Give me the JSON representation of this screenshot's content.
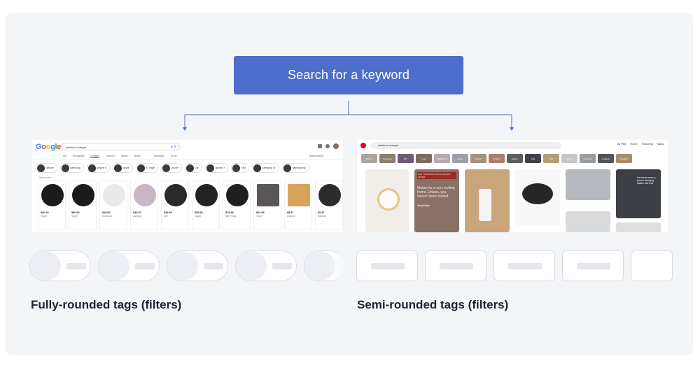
{
  "search_box": {
    "label": "Search for a keyword"
  },
  "labels": {
    "left": "Fully-rounded tags (filters)",
    "right": "Semi-rounded tags (filters)"
  },
  "google": {
    "logo": "Google",
    "query": "wireless charger",
    "nav": [
      "All",
      "Shopping",
      "Images",
      "Videos",
      "News",
      "More",
      "Settings",
      "Tools"
    ],
    "active_nav": "Images",
    "safesearch": "SafeSearch",
    "tags": [
      "iphone",
      "samsung",
      "iphone 6",
      "apple",
      "s7 edge",
      "phone",
      "car",
      "iphone 7",
      "fast",
      "samsung s7",
      "samsung s8"
    ],
    "sponsored": "Sponsored",
    "products": [
      {
        "price": "$80.00",
        "store": "Target"
      },
      {
        "price": "$50.00",
        "store": "Target"
      },
      {
        "price": "$15.00",
        "store": "Overstock"
      },
      {
        "price": "$45.00",
        "store": "guardian"
      },
      {
        "price": "$39.99",
        "store": "Dell"
      },
      {
        "price": "$59.99",
        "store": "Target"
      },
      {
        "price": "$79.99",
        "store": "B&H Photo"
      },
      {
        "price": "$24.99",
        "store": "Target"
      },
      {
        "price": "$8.57",
        "store": "Walmart"
      },
      {
        "price": "$5.37",
        "store": "Walmart"
      }
    ]
  },
  "pinterest": {
    "query": "wireless charger",
    "filter": "All Pins",
    "nav": [
      "Home",
      "Following",
      "Maya"
    ],
    "categories": [
      "iPhone",
      "Samsung",
      "DIY",
      "Logo",
      "Nightstand",
      "Apple",
      "Design",
      "Android",
      "Station",
      "Pad",
      "Box",
      "Stand",
      "Furniture",
      "Gadgets",
      "Speaker"
    ],
    "promo_title": "GET YOUR EXCLUSIVE HOLIDAY OFFER",
    "promo_body": "Makes for a very inviting home. Unless, you haven't been invited.",
    "promo_brand": "SimpliSafe",
    "quote": "I've never seen a phone charging station like that"
  },
  "colors": {
    "accent": "#4d6fcb",
    "connector": "#4d6fcb",
    "panel_bg": "#f4f5f7",
    "tag_border": "#d7dbe3",
    "tag_fill": "#eceef3"
  }
}
